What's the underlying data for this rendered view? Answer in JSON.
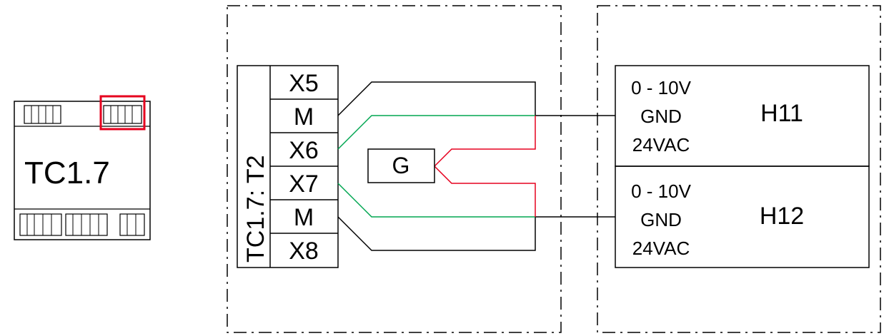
{
  "controller": {
    "name": "TC1.7"
  },
  "terminal_block": {
    "title": "TC1.7: T2",
    "terminals": [
      "X5",
      "M",
      "X6",
      "X7",
      "M",
      "X8"
    ]
  },
  "generator": {
    "label": "G"
  },
  "devices": [
    {
      "name": "H11",
      "pins": [
        "0 - 10V",
        "GND",
        "24VAC"
      ]
    },
    {
      "name": "H12",
      "pins": [
        "0 - 10V",
        "GND",
        "24VAC"
      ]
    }
  ],
  "colors": {
    "black_wire": "#000000",
    "green_wire": "#00a651",
    "red_wire": "#e6001e",
    "highlight": "#e6001e"
  }
}
